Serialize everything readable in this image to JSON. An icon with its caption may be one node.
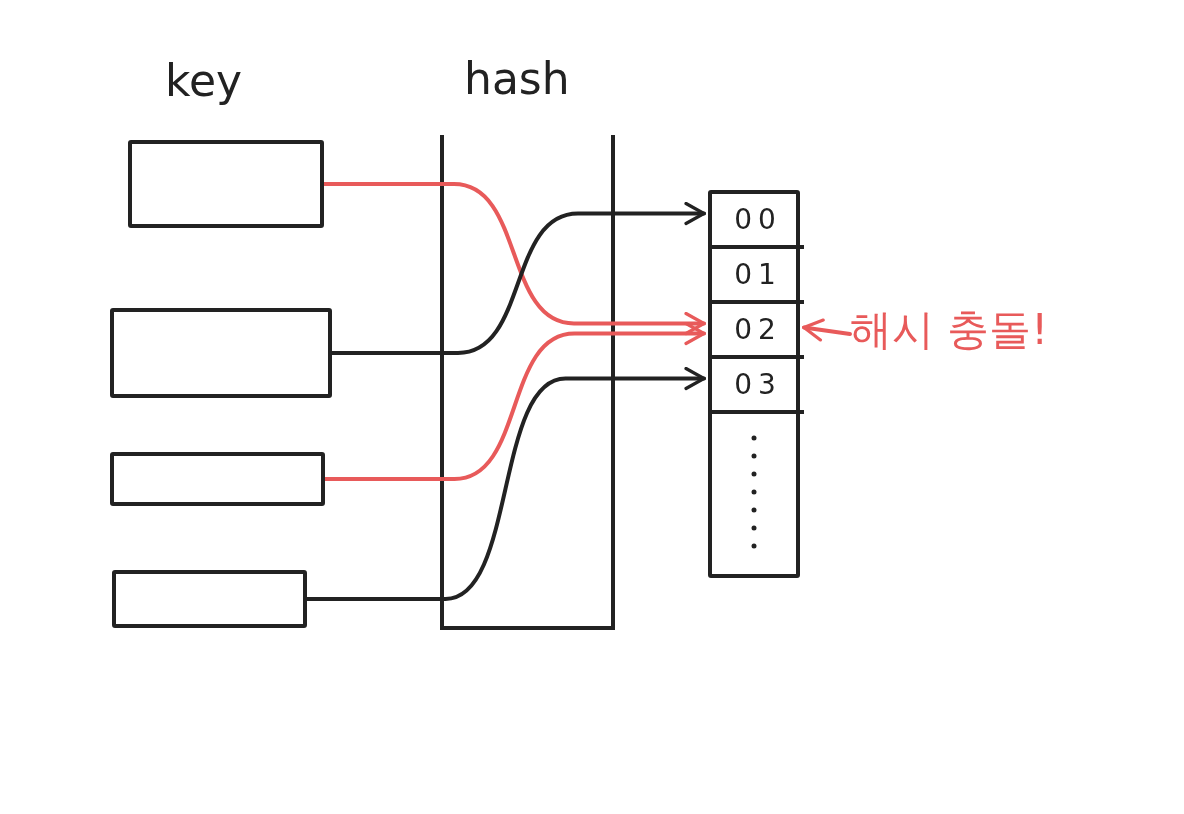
{
  "diagram": {
    "nodes": [
      {
        "text": [],
        "shape": "box"
      },
      {
        "text": [],
        "shape": "box"
      },
      {
        "text": [],
        "shape": "box"
      },
      {
        "text": [],
        "shape": "box"
      },
      {
        "text": [],
        "shape": "box"
      },
      {
        "text": [
          "00"
        ],
        "in": 4
      },
      {
        "text": [
          "01"
        ],
        "in": 4
      },
      {
        "text": [
          "02"
        ],
        "in": 4
      },
      {
        "text": [
          "03"
        ],
        "in": 4
      },
      {
        "text": [
          "해시 충돌!"
        ]
      }
    ],
    "edges": [
      {
        "from": 0,
        "to": 7,
        "arrow": "to",
        "color": "#e85a5a"
      },
      {
        "from": 1,
        "to": 5,
        "arrow": "to",
        "color": "#222222"
      },
      {
        "from": 2,
        "to": 7,
        "arrow": "to",
        "color": "#e85a5a"
      },
      {
        "from": 3,
        "to": 8,
        "arrow": "to",
        "color": "#222222"
      },
      {
        "from": 9,
        "to": 7,
        "arrow": "to",
        "color": "#e85a5a"
      }
    ],
    "labels": [
      "key",
      "hash"
    ]
  }
}
